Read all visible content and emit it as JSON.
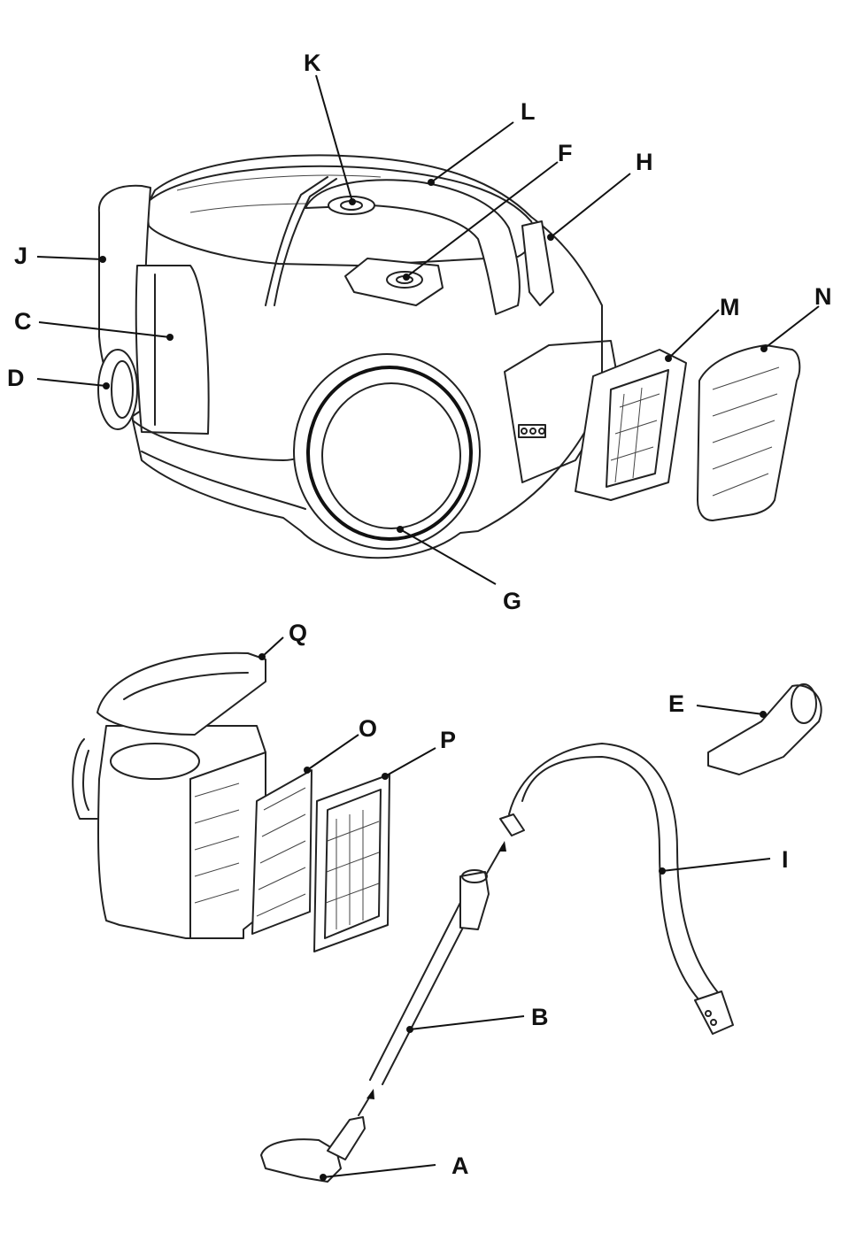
{
  "diagram": {
    "labels": {
      "A": "A",
      "B": "B",
      "C": "C",
      "D": "D",
      "E": "E",
      "F": "F",
      "G": "G",
      "H": "H",
      "I": "I",
      "J": "J",
      "K": "K",
      "L": "L",
      "M": "M",
      "N": "N",
      "O": "O",
      "P": "P",
      "Q": "Q"
    }
  }
}
